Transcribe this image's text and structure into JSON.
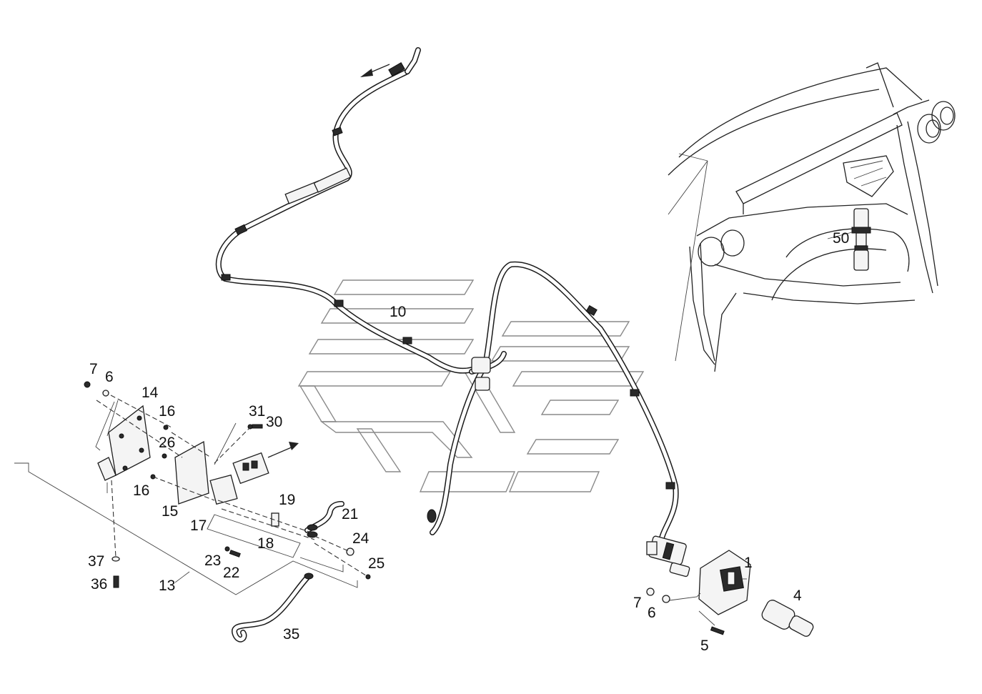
{
  "diagram": {
    "background": "#ffffff",
    "line_color": "#222222",
    "watermark_color": "#8a8a8a",
    "callouts": [
      {
        "id": "c10",
        "text": "10"
      },
      {
        "id": "c50",
        "text": "50"
      },
      {
        "id": "c7a",
        "text": "7"
      },
      {
        "id": "c6a",
        "text": "6"
      },
      {
        "id": "c14",
        "text": "14"
      },
      {
        "id": "c16a",
        "text": "16"
      },
      {
        "id": "c31",
        "text": "31"
      },
      {
        "id": "c30",
        "text": "30"
      },
      {
        "id": "c26",
        "text": "26"
      },
      {
        "id": "c16b",
        "text": "16"
      },
      {
        "id": "c15",
        "text": "15"
      },
      {
        "id": "c17",
        "text": "17"
      },
      {
        "id": "c19",
        "text": "19"
      },
      {
        "id": "c21",
        "text": "21"
      },
      {
        "id": "c18",
        "text": "18"
      },
      {
        "id": "c24",
        "text": "24"
      },
      {
        "id": "c23",
        "text": "23"
      },
      {
        "id": "c22",
        "text": "22"
      },
      {
        "id": "c25",
        "text": "25"
      },
      {
        "id": "c37",
        "text": "37"
      },
      {
        "id": "c36",
        "text": "36"
      },
      {
        "id": "c13",
        "text": "13"
      },
      {
        "id": "c35",
        "text": "35"
      },
      {
        "id": "c1",
        "text": "1"
      },
      {
        "id": "c4",
        "text": "4"
      },
      {
        "id": "c7b",
        "text": "7"
      },
      {
        "id": "c6b",
        "text": "6"
      },
      {
        "id": "c5",
        "text": "5"
      }
    ]
  }
}
